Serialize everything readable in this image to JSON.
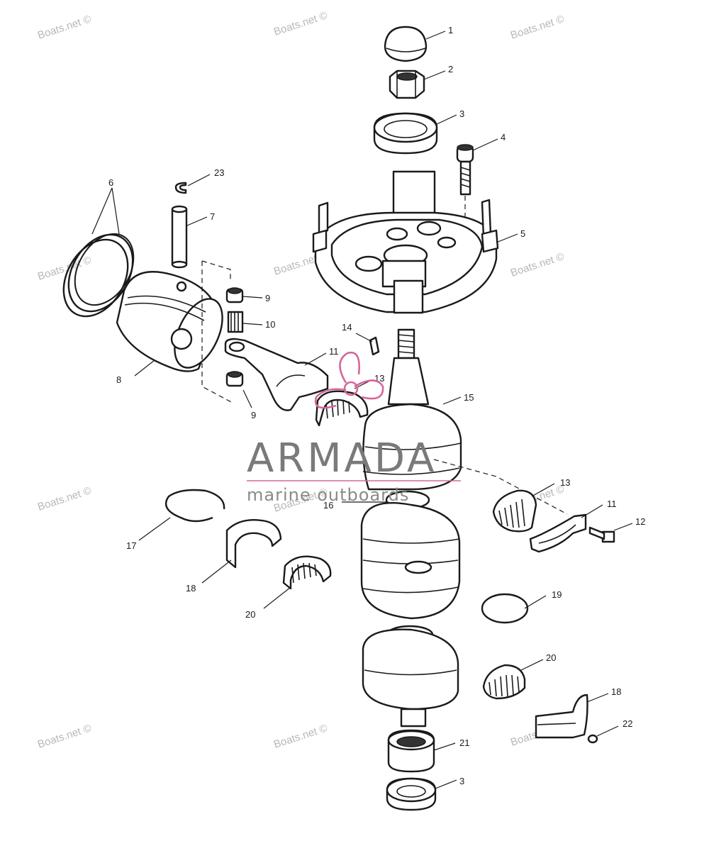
{
  "callouts": {
    "c1": "1",
    "c2": "2",
    "c3a": "3",
    "c4": "4",
    "c5": "5",
    "c6": "6",
    "c7": "7",
    "c8": "8",
    "c9a": "9",
    "c10": "10",
    "c11a": "11",
    "c9b": "9",
    "c14": "14",
    "c13a": "13",
    "c15": "15",
    "c13b": "13",
    "c11b": "11",
    "c12": "12",
    "c16": "16",
    "c17": "17",
    "c18a": "18",
    "c20a": "20",
    "c19": "19",
    "c20b": "20",
    "c18b": "18",
    "c22": "22",
    "c21": "21",
    "c3b": "3",
    "c23": "23"
  },
  "watermark": "Boats.net ©",
  "logo": {
    "name": "ARMADA",
    "tagline": "marine outboards",
    "accent": "#d6669a",
    "gray": "#7a7a7a"
  }
}
